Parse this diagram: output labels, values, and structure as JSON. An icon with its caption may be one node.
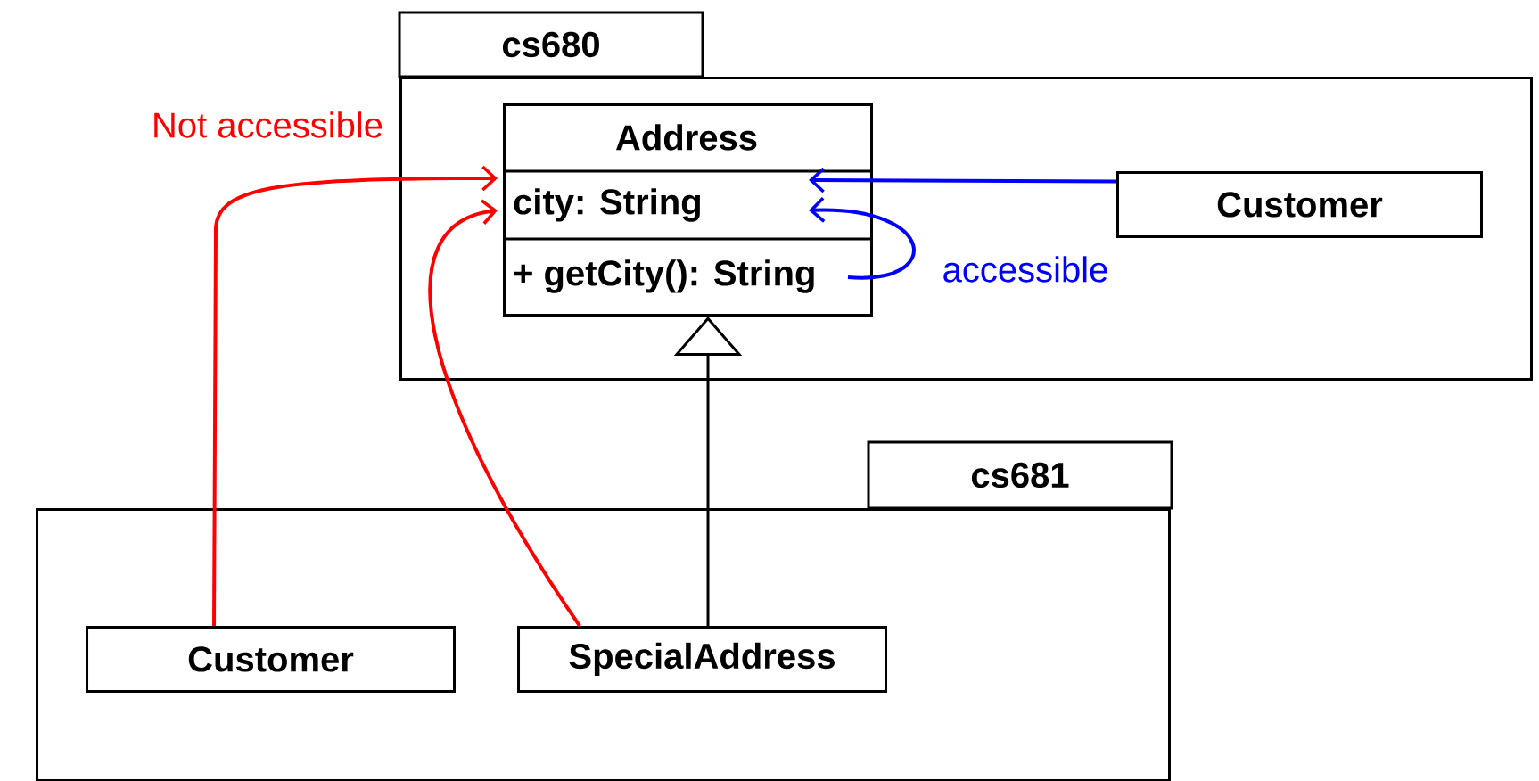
{
  "diagram": {
    "nodes": [
      {
        "text": [
          "cs680"
        ]
      },
      {
        "text": [
          "Address",
          "city: String",
          "+ getCity(): String"
        ],
        "in": 0
      },
      {
        "text": [
          "Customer"
        ],
        "in": 0
      },
      {
        "text": [
          "cs681"
        ]
      },
      {
        "text": [
          "Customer"
        ],
        "in": 3
      },
      {
        "text": [
          "SpecialAddress"
        ],
        "in": 3
      }
    ],
    "edges": [
      {
        "from": 2,
        "to": 1,
        "arrow": "to",
        "color": "#0000ff"
      },
      {
        "from": 1,
        "to": 1,
        "arrow": "to",
        "label": "accessible",
        "color": "#0000ff"
      },
      {
        "from": 4,
        "to": 1,
        "arrow": "to",
        "label": "Not accessible",
        "color": "#ff0000"
      },
      {
        "from": 5,
        "to": 1,
        "arrow": "to",
        "color": "#ff0000"
      },
      {
        "from": 5,
        "to": 1,
        "arrow": "to",
        "color": "#000000"
      }
    ]
  }
}
